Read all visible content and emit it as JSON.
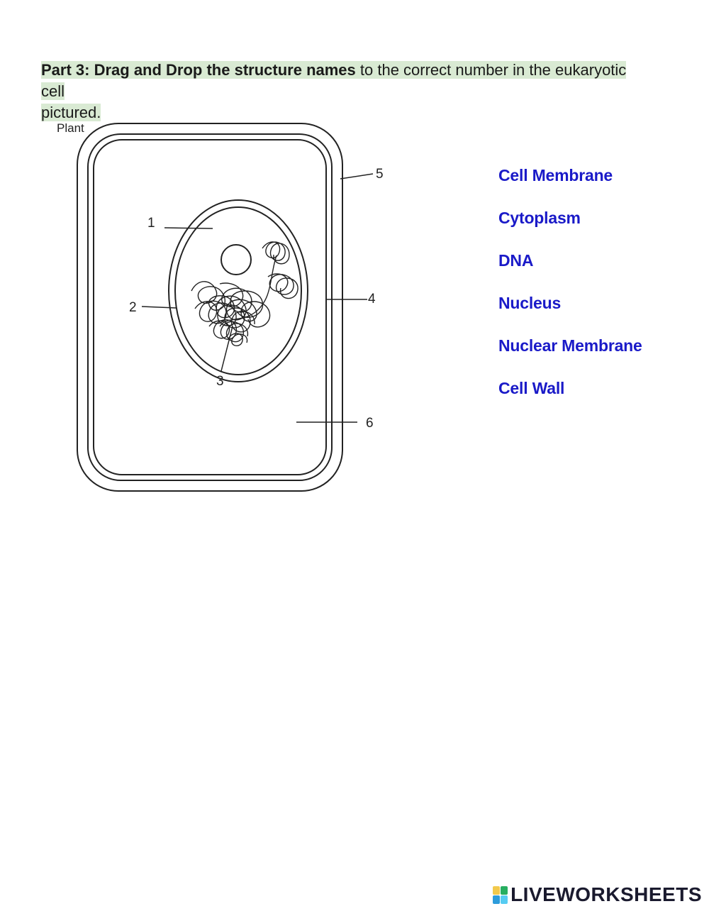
{
  "instructions": {
    "bold": "Part 3: Drag and Drop the structure names",
    "rest_line1": " to the correct number in the eukaryotic cell",
    "rest_line2": "pictured."
  },
  "diagram": {
    "title": "Plant",
    "labels": [
      "1",
      "2",
      "3",
      "4",
      "5",
      "6"
    ]
  },
  "word_bank": [
    "Cell Membrane",
    "Cytoplasm",
    "DNA",
    "Nucleus",
    "Nuclear Membrane",
    "Cell Wall"
  ],
  "colors": {
    "word_bank": "#1a1ac8",
    "highlight": "#d9ead3",
    "logo": [
      "#f2c94c",
      "#27ae60",
      "#2d9cdb",
      "#56ccf2"
    ]
  },
  "brand": {
    "name": "LIVEWORKSHEETS"
  }
}
